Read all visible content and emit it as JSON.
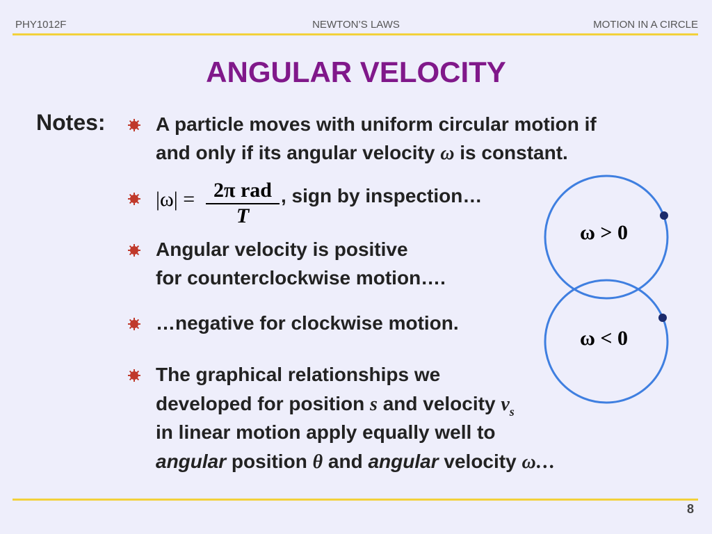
{
  "header": {
    "course": "PHY1012F",
    "topic": "NEWTON’S LAWS",
    "section": "MOTION IN A CIRCLE"
  },
  "title": "ANGULAR VELOCITY",
  "notes_label": "Notes:",
  "bullets": {
    "b1_line1": "A particle moves with uniform circular motion if",
    "b1_line2_pre": "and only if its angular velocity",
    "b1_omega": "ω",
    "b1_line2_post": "is constant.",
    "formula_abs": "|ω| =",
    "formula_num": "2π rad",
    "formula_den": "T",
    "formula_tail": ", sign by inspection…",
    "b3_line1": "Angular velocity is positive",
    "b3_line2": "for counterclockwise motion….",
    "b4_line1": "…negative for clockwise motion.",
    "b5_line1": "The graphical relationships we",
    "b5_line2_pre": "developed for position",
    "b5_s": "s",
    "b5_line2_mid": "and velocity",
    "b5_v": "v",
    "b5_vsub": "s",
    "b5_line3": "in linear motion apply equally well to",
    "b5_line4_angular1": "angular",
    "b5_line4_position": "position",
    "b5_theta": "θ",
    "b5_line4_and": "and",
    "b5_line4_angular2": "angular",
    "b5_line4_velocity": "velocity",
    "b5_omega_end": "ω…"
  },
  "diagram": {
    "circle_upper_label": "ω > 0",
    "circle_lower_label": "ω < 0",
    "circle_color": "#3f7fe0",
    "dot_color": "#1b2a6b"
  },
  "page_number": "8",
  "colors": {
    "background": "#eeeefb",
    "title": "#80188a",
    "rule": "#f2d13b",
    "bullet": "#c0392b"
  }
}
